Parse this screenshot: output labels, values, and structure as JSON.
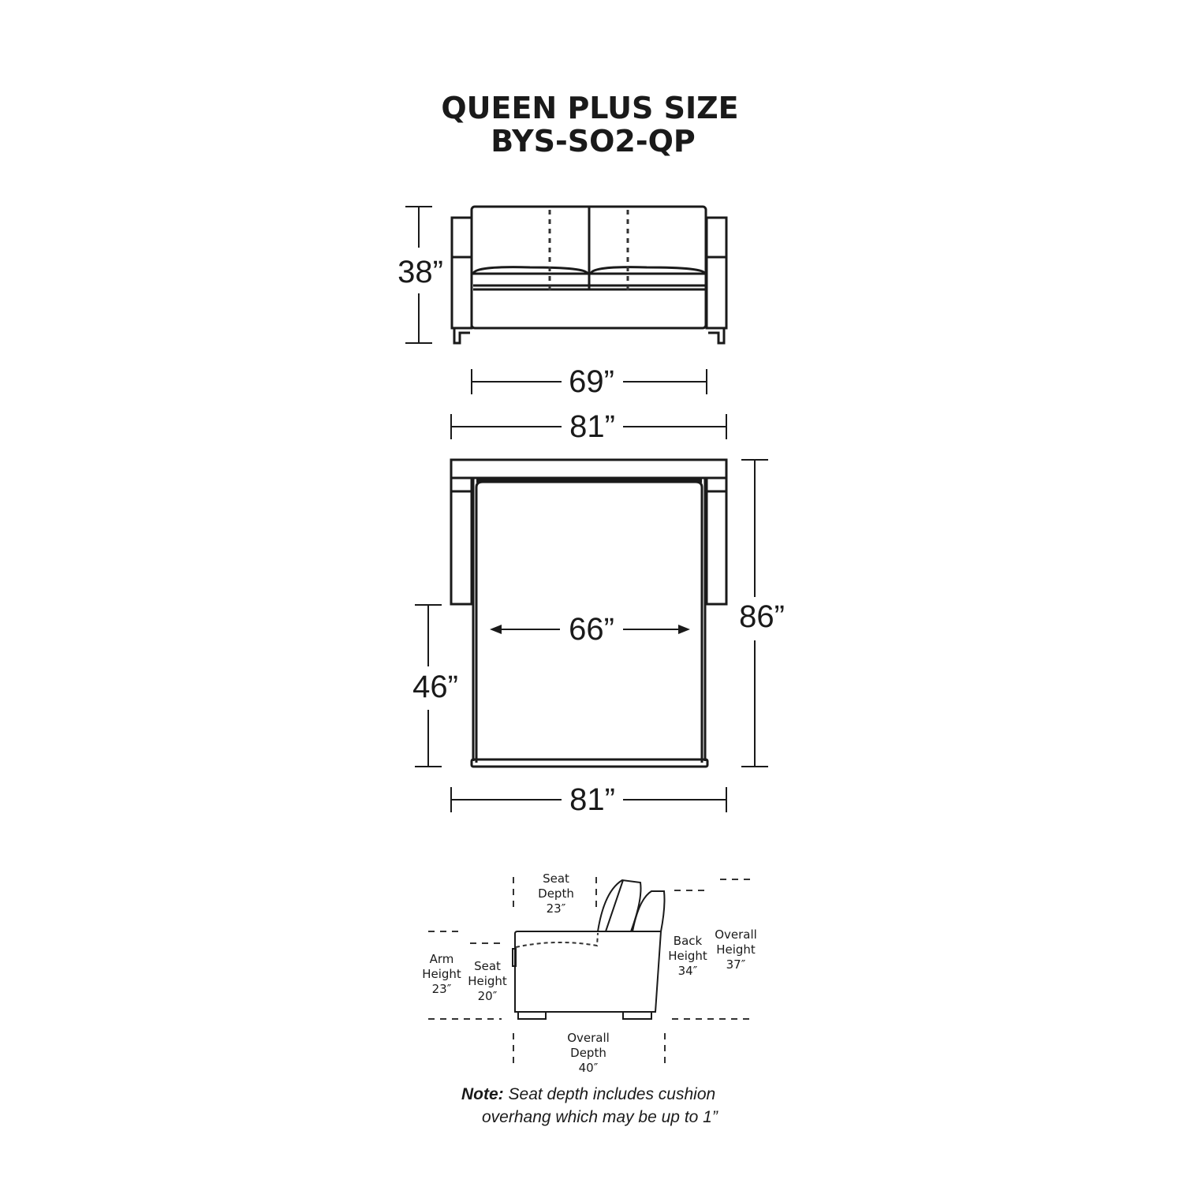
{
  "title": {
    "line1": "QUEEN PLUS SIZE",
    "line2": "BYS-SO2-QP"
  },
  "front_view": {
    "height": "38”",
    "inside_width": "69”",
    "overall_width": "81”"
  },
  "top_view": {
    "overall_depth_open": "86”",
    "mattress_width": "66”",
    "extension": "46”",
    "overall_width": "81”"
  },
  "side_view": {
    "seat_depth": {
      "l1": "Seat",
      "l2": "Depth",
      "value": "23″"
    },
    "arm_height": {
      "l1": "Arm",
      "l2": "Height",
      "value": "23″"
    },
    "seat_height": {
      "l1": "Seat",
      "l2": "Height",
      "value": "20″"
    },
    "back_height": {
      "l1": "Back",
      "l2": "Height",
      "value": "34″"
    },
    "overall_height": {
      "l1": "Overall",
      "l2": "Height",
      "value": "37″"
    },
    "overall_depth": {
      "l1": "Overall",
      "l2": "Depth",
      "value": "40″"
    }
  },
  "note": {
    "label": "Note:",
    "line1": " Seat depth includes cushion",
    "line2": "overhang which may be up to 1”"
  }
}
